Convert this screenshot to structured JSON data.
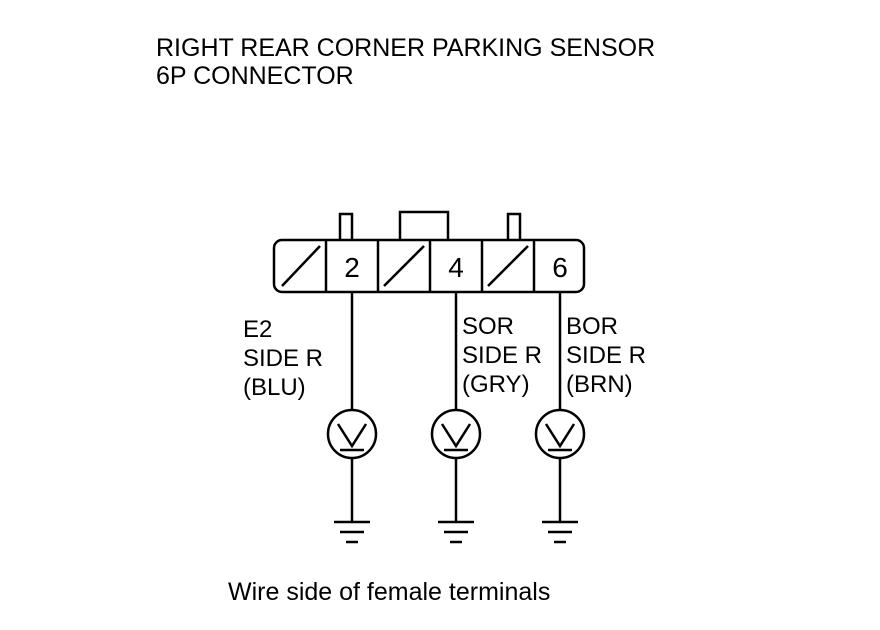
{
  "title": {
    "line1": "RIGHT REAR CORNER PARKING SENSOR",
    "line2": "6P CONNECTOR"
  },
  "connector": {
    "pins": [
      "2",
      "4",
      "6"
    ]
  },
  "wires": [
    {
      "pin": "2",
      "signal": "E2",
      "side": "SIDE R",
      "color": "(BLU)",
      "meter_icon": "voltmeter-icon",
      "ground_icon": "ground-icon"
    },
    {
      "pin": "4",
      "signal": "SOR",
      "side": "SIDE R",
      "color": "(GRY)",
      "meter_icon": "voltmeter-icon",
      "ground_icon": "ground-icon"
    },
    {
      "pin": "6",
      "signal": "BOR",
      "side": "SIDE R",
      "color": "(BRN)",
      "meter_icon": "voltmeter-icon",
      "ground_icon": "ground-icon"
    }
  ],
  "caption": "Wire side of female terminals",
  "colors": {
    "ink": "#000000",
    "background": "#ffffff"
  }
}
